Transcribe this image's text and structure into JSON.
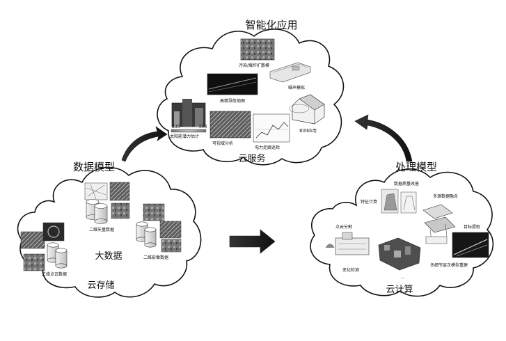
{
  "clouds": {
    "top": {
      "heading": "智能化应用",
      "name": "云服务",
      "labels": {
        "pollution": "污染/爆炸扩散模",
        "noise": "噪声模拟",
        "hd_map": "高精导航地图",
        "bim": "BIM应用",
        "visibility": "可视域分析",
        "solar": "太阳能潜力估计",
        "powerline": "电力走廊巡检",
        "scale_min": "235",
        "scale_max": "518"
      }
    },
    "left": {
      "heading": "数据模型",
      "center": "大数据",
      "name": "云存储",
      "labels": {
        "vector": "二维矢量数据",
        "image": "二维影像数据",
        "pointcloud": "三维点云数据"
      }
    },
    "right": {
      "heading": "处理模型",
      "name": "云计算",
      "labels": {
        "quality": "数据质量改善",
        "feature": "特征计算",
        "fusion": "多源数据融合",
        "segmentation": "点云分割",
        "target": "目标提取",
        "change": "变化检测",
        "ellipsis": "...",
        "lod": "多细节层次模型重建"
      }
    }
  },
  "icons": {
    "top_to_left_arrow": "curved-arrow-icon",
    "right_to_top_arrow": "curved-arrow-icon",
    "left_to_right_arrow": "block-arrow-icon",
    "database": "database-cylinder-icon"
  }
}
